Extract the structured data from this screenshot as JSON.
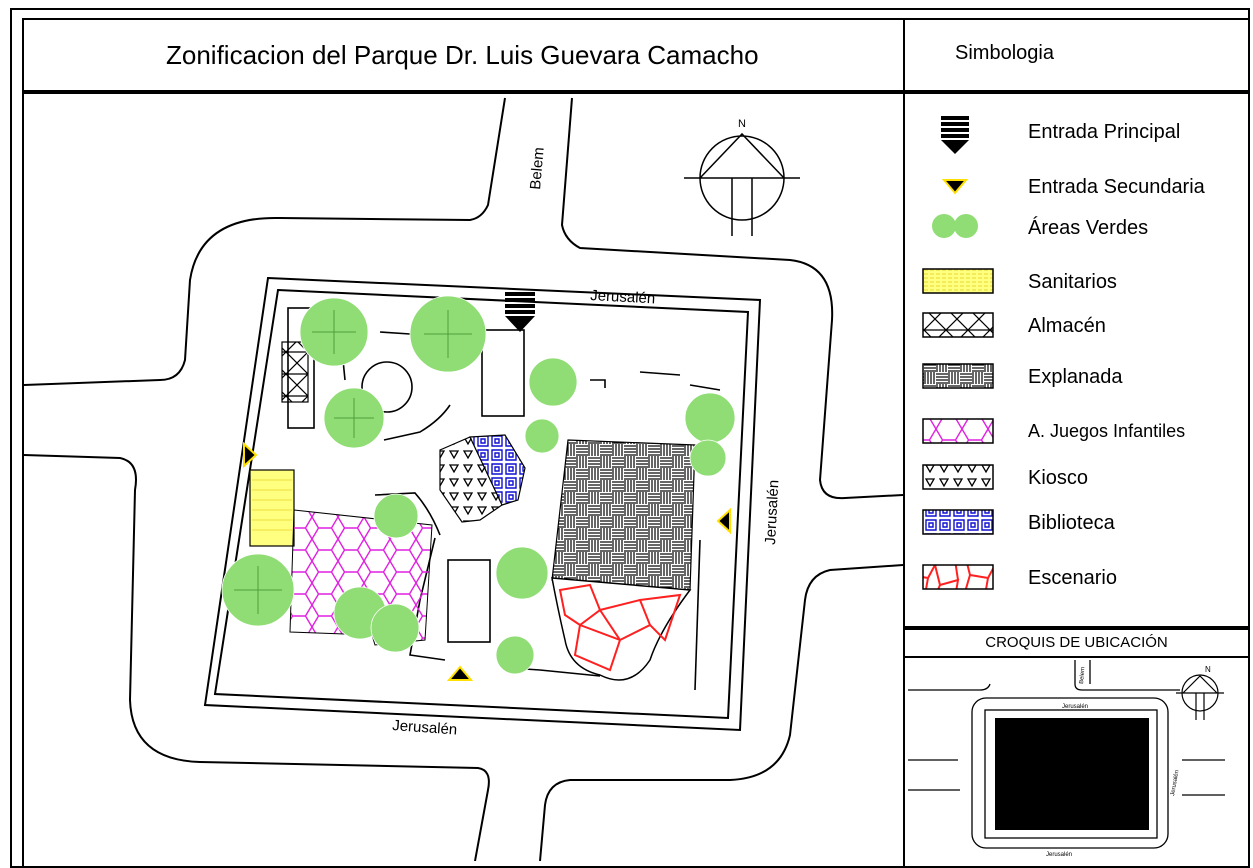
{
  "title": "Zonificacion del Parque Dr. Luis Guevara Camacho",
  "legend": {
    "heading": "Simbologia",
    "items": [
      {
        "label": "Entrada Principal",
        "icon": "main-entrance-icon"
      },
      {
        "label": "Entrada Secundaria",
        "icon": "secondary-entrance-icon"
      },
      {
        "label": "Áreas Verdes",
        "icon": "green-area-icon"
      },
      {
        "label": "Sanitarios",
        "icon": "restrooms-hatch-icon"
      },
      {
        "label": "Almacén",
        "icon": "warehouse-hatch-icon"
      },
      {
        "label": "Explanada",
        "icon": "esplanade-hatch-icon"
      },
      {
        "label": "A. Juegos Infantiles",
        "icon": "playground-hatch-icon"
      },
      {
        "label": "Kiosco",
        "icon": "kiosk-hatch-icon"
      },
      {
        "label": "Biblioteca",
        "icon": "library-hatch-icon"
      },
      {
        "label": "Escenario",
        "icon": "stage-hatch-icon"
      }
    ]
  },
  "croquis": {
    "title": "CROQUIS DE UBICACIÓN",
    "north": "N",
    "street_belem": "Belem",
    "street_jerusalen_top": "Jerusalén",
    "street_jerusalen_right": "Jerusalén",
    "street_jerusalen_bottom": "Jerusalén"
  },
  "map": {
    "north": "N",
    "street_belem": "Belem",
    "street_jerusalen_top": "Jerusalén",
    "street_jerusalen_right": "Jerusalén",
    "street_jerusalen_bottom": "Jerusalén"
  },
  "colors": {
    "green": "#8fdd74",
    "yellow": "#ffff80",
    "magenta": "#e020e0",
    "blue": "#1010d0",
    "red": "#ff2020"
  }
}
